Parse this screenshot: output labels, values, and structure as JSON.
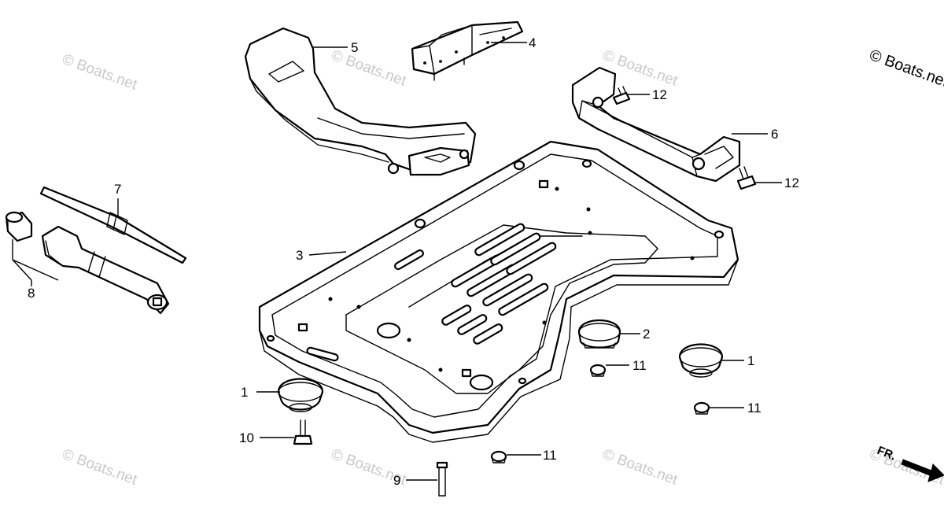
{
  "watermark_text": "© Boats.net",
  "direction_label": "FR.",
  "callouts": [
    {
      "id": "c1a",
      "label": "1"
    },
    {
      "id": "c1b",
      "label": "1"
    },
    {
      "id": "c2",
      "label": "2"
    },
    {
      "id": "c3",
      "label": "3"
    },
    {
      "id": "c4",
      "label": "4"
    },
    {
      "id": "c5",
      "label": "5"
    },
    {
      "id": "c6",
      "label": "6"
    },
    {
      "id": "c7",
      "label": "7"
    },
    {
      "id": "c8",
      "label": "8"
    },
    {
      "id": "c9",
      "label": "9"
    },
    {
      "id": "c10",
      "label": "10"
    },
    {
      "id": "c11a",
      "label": "11"
    },
    {
      "id": "c11b",
      "label": "11"
    },
    {
      "id": "c11c",
      "label": "11"
    },
    {
      "id": "c12a",
      "label": "12"
    },
    {
      "id": "c12b",
      "label": "12"
    }
  ],
  "colors": {
    "line": "#000000",
    "background": "#ffffff",
    "watermark": "#c8c8c8"
  }
}
